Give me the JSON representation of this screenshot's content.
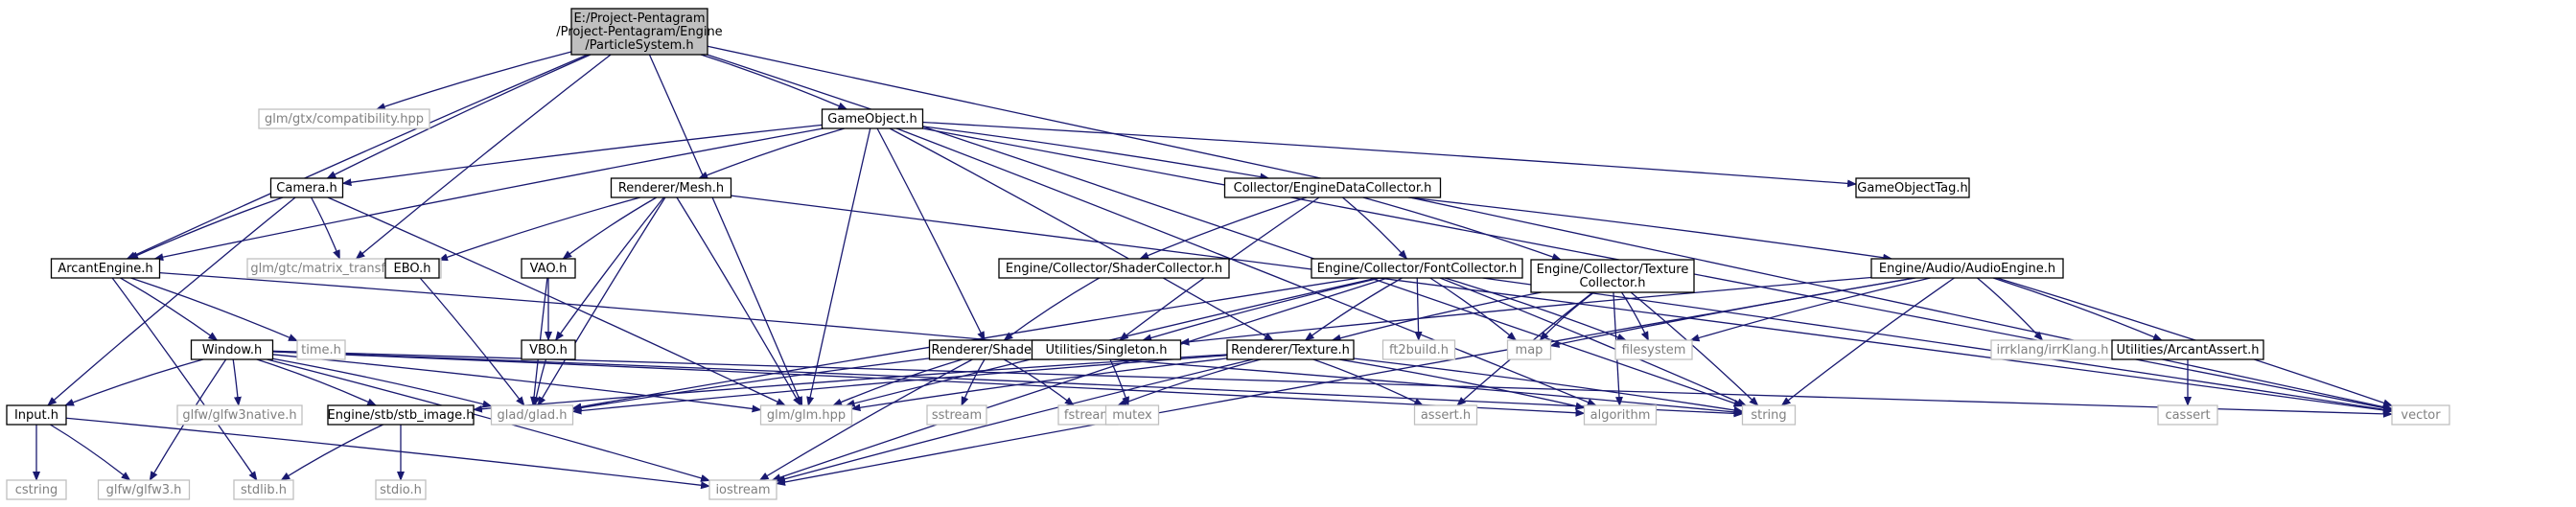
{
  "colors": {
    "root_fill": "#bfbfbf",
    "node_fill": "#ffffff",
    "node_stroke": "#000000",
    "system_stroke": "#bfbfbf",
    "system_text": "#808080",
    "text": "#000000",
    "edge": "#191970"
  },
  "nodes": [
    {
      "id": "root",
      "lines": [
        "E:/Project-Pentagram",
        "/Project-Pentagram/Engine",
        "/ParticleSystem.h"
      ],
      "style": "root"
    },
    {
      "id": "gtxcompat",
      "lines": [
        "glm/gtx/compatibility.hpp"
      ],
      "style": "system"
    },
    {
      "id": "gameobject",
      "lines": [
        "GameObject.h"
      ],
      "style": "file"
    },
    {
      "id": "camera",
      "lines": [
        "Camera.h"
      ],
      "style": "file"
    },
    {
      "id": "mesh",
      "lines": [
        "Renderer/Mesh.h"
      ],
      "style": "file"
    },
    {
      "id": "enginedata",
      "lines": [
        "Collector/EngineDataCollector.h"
      ],
      "style": "file"
    },
    {
      "id": "gameobjecttag",
      "lines": [
        "GameObjectTag.h"
      ],
      "style": "file"
    },
    {
      "id": "arcantengine",
      "lines": [
        "ArcantEngine.h"
      ],
      "style": "file"
    },
    {
      "id": "gtcmatrix",
      "lines": [
        "glm/gtc/matrix_transform.hpp"
      ],
      "style": "system"
    },
    {
      "id": "ebo",
      "lines": [
        "EBO.h"
      ],
      "style": "file"
    },
    {
      "id": "vao",
      "lines": [
        "VAO.h"
      ],
      "style": "file"
    },
    {
      "id": "shadercollector",
      "lines": [
        "Engine/Collector/ShaderCollector.h"
      ],
      "style": "file"
    },
    {
      "id": "fontcollector",
      "lines": [
        "Engine/Collector/FontCollector.h"
      ],
      "style": "file"
    },
    {
      "id": "texturecollector",
      "lines": [
        "Engine/Collector/Texture",
        "Collector.h"
      ],
      "style": "file"
    },
    {
      "id": "audioengine",
      "lines": [
        "Engine/Audio/AudioEngine.h"
      ],
      "style": "file"
    },
    {
      "id": "window",
      "lines": [
        "Window.h"
      ],
      "style": "file"
    },
    {
      "id": "time",
      "lines": [
        "time.h"
      ],
      "style": "system"
    },
    {
      "id": "vbo",
      "lines": [
        "VBO.h"
      ],
      "style": "file"
    },
    {
      "id": "shader",
      "lines": [
        "Renderer/Shader.h"
      ],
      "style": "file"
    },
    {
      "id": "singleton",
      "lines": [
        "Utilities/Singleton.h"
      ],
      "style": "file"
    },
    {
      "id": "texture",
      "lines": [
        "Renderer/Texture.h"
      ],
      "style": "file"
    },
    {
      "id": "ft2build",
      "lines": [
        "ft2build.h"
      ],
      "style": "system"
    },
    {
      "id": "map",
      "lines": [
        "map"
      ],
      "style": "system"
    },
    {
      "id": "filesystem",
      "lines": [
        "filesystem"
      ],
      "style": "system"
    },
    {
      "id": "irrklang",
      "lines": [
        "irrklang/irrKlang.h"
      ],
      "style": "system"
    },
    {
      "id": "arcantassert",
      "lines": [
        "Utilities/ArcantAssert.h"
      ],
      "style": "file"
    },
    {
      "id": "input",
      "lines": [
        "Input.h"
      ],
      "style": "file"
    },
    {
      "id": "glfw3native",
      "lines": [
        "glfw/glfw3native.h"
      ],
      "style": "system"
    },
    {
      "id": "stbimage",
      "lines": [
        "Engine/stb/stb_image.h"
      ],
      "style": "file"
    },
    {
      "id": "glad",
      "lines": [
        "glad/glad.h"
      ],
      "style": "system"
    },
    {
      "id": "glm",
      "lines": [
        "glm/glm.hpp"
      ],
      "style": "system"
    },
    {
      "id": "sstream",
      "lines": [
        "sstream"
      ],
      "style": "system"
    },
    {
      "id": "fstream",
      "lines": [
        "fstream"
      ],
      "style": "system"
    },
    {
      "id": "mutex",
      "lines": [
        "mutex"
      ],
      "style": "system"
    },
    {
      "id": "assert",
      "lines": [
        "assert.h"
      ],
      "style": "system"
    },
    {
      "id": "algorithm",
      "lines": [
        "algorithm"
      ],
      "style": "system"
    },
    {
      "id": "string",
      "lines": [
        "string"
      ],
      "style": "system"
    },
    {
      "id": "vector",
      "lines": [
        "vector"
      ],
      "style": "system"
    },
    {
      "id": "cassert",
      "lines": [
        "cassert"
      ],
      "style": "system"
    },
    {
      "id": "cstring",
      "lines": [
        "cstring"
      ],
      "style": "system"
    },
    {
      "id": "glfw3",
      "lines": [
        "glfw/glfw3.h"
      ],
      "style": "system"
    },
    {
      "id": "stdlib",
      "lines": [
        "stdlib.h"
      ],
      "style": "system"
    },
    {
      "id": "stdio",
      "lines": [
        "stdio.h"
      ],
      "style": "system"
    },
    {
      "id": "iostream",
      "lines": [
        "iostream"
      ],
      "style": "system"
    }
  ],
  "edges": [
    [
      "root",
      "gtxcompat"
    ],
    [
      "root",
      "gameobject"
    ],
    [
      "root",
      "camera"
    ],
    [
      "root",
      "arcantengine"
    ],
    [
      "root",
      "gtcmatrix"
    ],
    [
      "root",
      "glm"
    ],
    [
      "root",
      "string"
    ],
    [
      "root",
      "vector"
    ],
    [
      "gameobject",
      "camera"
    ],
    [
      "gameobject",
      "mesh"
    ],
    [
      "gameobject",
      "enginedata"
    ],
    [
      "gameobject",
      "gameobjecttag"
    ],
    [
      "gameobject",
      "arcantengine"
    ],
    [
      "gameobject",
      "glm"
    ],
    [
      "gameobject",
      "shader"
    ],
    [
      "gameobject",
      "texture"
    ],
    [
      "gameobject",
      "algorithm"
    ],
    [
      "gameobject",
      "vector"
    ],
    [
      "camera",
      "arcantengine"
    ],
    [
      "camera",
      "gtcmatrix"
    ],
    [
      "camera",
      "glm"
    ],
    [
      "camera",
      "input"
    ],
    [
      "mesh",
      "ebo"
    ],
    [
      "mesh",
      "vao"
    ],
    [
      "mesh",
      "vbo"
    ],
    [
      "mesh",
      "glad"
    ],
    [
      "mesh",
      "glm"
    ],
    [
      "mesh",
      "vector"
    ],
    [
      "enginedata",
      "shadercollector"
    ],
    [
      "enginedata",
      "fontcollector"
    ],
    [
      "enginedata",
      "texturecollector"
    ],
    [
      "enginedata",
      "audioengine"
    ],
    [
      "enginedata",
      "singleton"
    ],
    [
      "arcantengine",
      "window"
    ],
    [
      "arcantengine",
      "time"
    ],
    [
      "arcantengine",
      "singleton"
    ],
    [
      "arcantengine",
      "stdlib"
    ],
    [
      "ebo",
      "glad"
    ],
    [
      "vao",
      "vbo"
    ],
    [
      "vao",
      "glad"
    ],
    [
      "vbo",
      "glad"
    ],
    [
      "shadercollector",
      "shader"
    ],
    [
      "fontcollector",
      "texture"
    ],
    [
      "fontcollector",
      "ft2build"
    ],
    [
      "fontcollector",
      "map"
    ],
    [
      "fontcollector",
      "filesystem"
    ],
    [
      "fontcollector",
      "glad"
    ],
    [
      "fontcollector",
      "glm"
    ],
    [
      "fontcollector",
      "iostream"
    ],
    [
      "fontcollector",
      "string"
    ],
    [
      "fontcollector",
      "vector"
    ],
    [
      "fontcollector",
      "singleton"
    ],
    [
      "texturecollector",
      "texture"
    ],
    [
      "texturecollector",
      "map"
    ],
    [
      "texturecollector",
      "filesystem"
    ],
    [
      "texturecollector",
      "string"
    ],
    [
      "texturecollector",
      "algorithm"
    ],
    [
      "texturecollector",
      "assert"
    ],
    [
      "audioengine",
      "map"
    ],
    [
      "audioengine",
      "filesystem"
    ],
    [
      "audioengine",
      "irrklang"
    ],
    [
      "audioengine",
      "arcantassert"
    ],
    [
      "audioengine",
      "string"
    ],
    [
      "audioengine",
      "vector"
    ],
    [
      "audioengine",
      "iostream"
    ],
    [
      "audioengine",
      "singleton"
    ],
    [
      "window",
      "input"
    ],
    [
      "window",
      "glfw3native"
    ],
    [
      "window",
      "stbimage"
    ],
    [
      "window",
      "glad"
    ],
    [
      "window",
      "glm"
    ],
    [
      "window",
      "glfw3"
    ],
    [
      "window",
      "iostream"
    ],
    [
      "window",
      "string"
    ],
    [
      "window",
      "algorithm"
    ],
    [
      "window",
      "vector"
    ],
    [
      "shader",
      "glad"
    ],
    [
      "shader",
      "glm"
    ],
    [
      "shader",
      "sstream"
    ],
    [
      "shader",
      "fstream"
    ],
    [
      "shader",
      "iostream"
    ],
    [
      "shader",
      "string"
    ],
    [
      "singleton",
      "mutex"
    ],
    [
      "texture",
      "stbimage"
    ],
    [
      "texture",
      "glad"
    ],
    [
      "texture",
      "glm"
    ],
    [
      "texture",
      "fstream"
    ],
    [
      "texture",
      "assert"
    ],
    [
      "texture",
      "iostream"
    ],
    [
      "texture",
      "algorithm"
    ],
    [
      "texture",
      "string"
    ],
    [
      "arcantassert",
      "cassert"
    ],
    [
      "input",
      "cstring"
    ],
    [
      "input",
      "glfw3"
    ],
    [
      "input",
      "iostream"
    ],
    [
      "stbimage",
      "stdlib"
    ],
    [
      "stbimage",
      "stdio"
    ]
  ]
}
